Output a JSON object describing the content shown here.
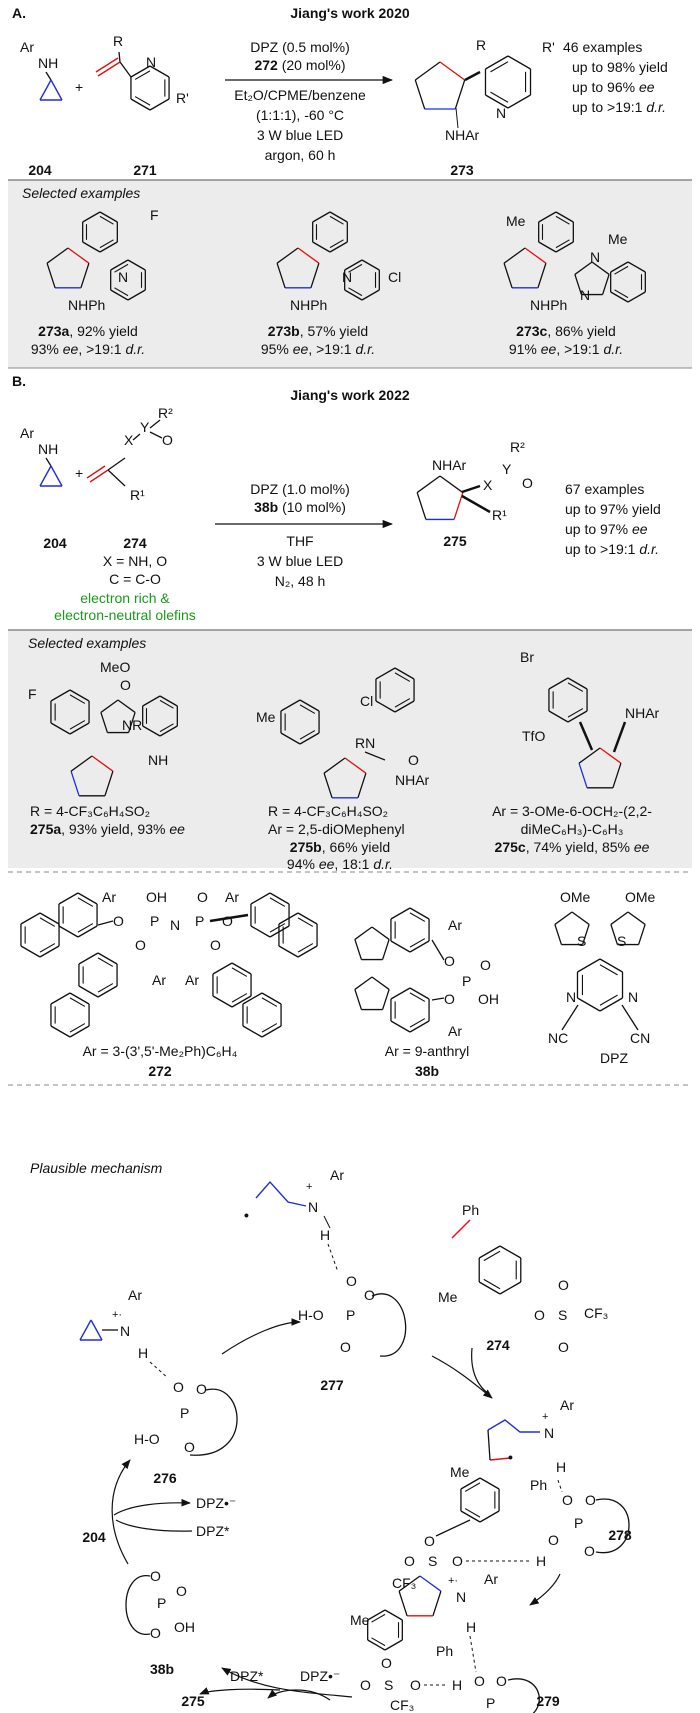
{
  "colors": {
    "panel": "#ececec",
    "blue_bond": "#1f2fd6",
    "red_bond": "#e01010",
    "green_text": "#1a9a1a"
  },
  "sectionA": {
    "label": "A.",
    "title": "Jiang's work 2020",
    "plus": "+",
    "r204": {
      "ar": "Ar",
      "nh": "NH",
      "id": "204"
    },
    "r271": {
      "r": "R",
      "n": "N",
      "rp": "R'",
      "id": "271"
    },
    "conditions": {
      "line1": "DPZ (0.5 mol%)",
      "line2_bold": "272",
      "line2_rest": " (20 mol%)",
      "line3": "Et₂O/CPME/benzene",
      "line4": "(1:1:1), -60 °C",
      "line5": "3 W blue LED",
      "line6": "argon, 60 h"
    },
    "p273": {
      "r": "R",
      "rp": "R'",
      "n": "N",
      "nhar": "NHAr",
      "id": "273"
    },
    "stats": {
      "examples": "46 examples",
      "yield": "up to 98% yield",
      "ee_pre": "up to 96% ",
      "ee": "ee",
      "dr_pre": "up to >19:1 ",
      "dr": "d.r."
    },
    "selected_title": "Selected examples",
    "examples": [
      {
        "id": "273a",
        "yield": ", 92% yield",
        "ee_val": "93% ",
        "ee": "ee",
        "dr_val": ", >19:1 ",
        "dr": "d.r.",
        "atoms": {
          "f": "F",
          "n": "N",
          "nhph": "NHPh"
        }
      },
      {
        "id": "273b",
        "yield": ", 57% yield",
        "ee_val": "95% ",
        "ee": "ee",
        "dr_val": ", >19:1 ",
        "dr": "d.r.",
        "atoms": {
          "n": "N",
          "cl": "Cl",
          "nhph": "NHPh"
        }
      },
      {
        "id": "273c",
        "yield": ", 86% yield",
        "ee_val": "91% ",
        "ee": "ee",
        "dr_val": ", >19:1 ",
        "dr": "d.r.",
        "atoms": {
          "me1": "Me",
          "me2": "Me",
          "n1": "N",
          "n2": "N",
          "nhph": "NHPh"
        }
      }
    ]
  },
  "sectionB": {
    "label": "B.",
    "title": "Jiang's work 2022",
    "plus": "+",
    "r204": {
      "ar": "Ar",
      "nh": "NH",
      "id": "204"
    },
    "r274": {
      "x": "X",
      "y": "Y",
      "o": "O",
      "r2": "R²",
      "r1": "R¹",
      "id": "274",
      "note1": "X = NH, O",
      "note2": "C = C-O",
      "green1": "electron rich &",
      "green2": "electron-neutral olefins"
    },
    "conditions": {
      "line1": "DPZ (1.0 mol%)",
      "line2_bold": "38b",
      "line2_rest": " (10 mol%)",
      "line3": "THF",
      "line4": "3 W blue LED",
      "line5": "N₂, 48 h"
    },
    "p275": {
      "nhar": "NHAr",
      "x": "X",
      "y": "Y",
      "o": "O",
      "r2": "R²",
      "r1": "R¹",
      "id": "275"
    },
    "stats": {
      "examples": "67 examples",
      "yield": "up to 97% yield",
      "ee_pre": "up to 97% ",
      "ee": "ee",
      "dr_pre": "up to >19:1 ",
      "dr": "d.r."
    },
    "selected_title": "Selected examples",
    "examples": [
      {
        "atoms": {
          "f": "F",
          "meo": "MeO",
          "o": "O",
          "nr": "NR",
          "nh": "NH"
        },
        "note1": "R = 4-CF₃C₆H₄SO₂",
        "id": "275a",
        "rest": ", 93% yield, 93% ",
        "ee": "ee"
      },
      {
        "atoms": {
          "cl": "Cl",
          "me": "Me",
          "rn": "RN",
          "o": "O",
          "nhar": "NHAr"
        },
        "note1": "R = 4-CF₃C₆H₄SO₂",
        "note2": "Ar = 2,5-diOMephenyl",
        "id": "275b",
        "rest": ", 66% yield",
        "line4_pre": "94% ",
        "ee": "ee",
        "line4_mid": ", 18:1 ",
        "dr": "d.r."
      },
      {
        "atoms": {
          "br": "Br",
          "tfo": "TfO",
          "nhar": "NHAr"
        },
        "note1": "Ar = 3-OMe-6-OCH₂-(2,2-",
        "note2": "diMeC₆H₃)-C₆H₃",
        "id": "275c",
        "rest": ", 74% yield, 85% ",
        "ee": "ee"
      }
    ]
  },
  "catalysts": [
    {
      "id": "272",
      "caption": "Ar = 3-(3',5'-Me₂Ph)C₆H₄",
      "atoms": {
        "ar": "Ar",
        "oh": "OH",
        "o": "O",
        "p": "P",
        "n": "N"
      }
    },
    {
      "id": "38b",
      "caption": "Ar = 9-anthryl",
      "atoms": {
        "ar": "Ar",
        "o": "O",
        "p": "P",
        "oh": "OH"
      }
    },
    {
      "id": "DPZ",
      "caption": "DPZ",
      "atoms": {
        "ome": "OMe",
        "s": "S",
        "n": "N",
        "nc": "NC",
        "cn": "CN"
      }
    }
  ],
  "mechanism": {
    "title": "Plausible mechanism",
    "i276": {
      "id": "276",
      "ar": "Ar",
      "n": "N",
      "charge": "+·",
      "h": "H",
      "o": "O",
      "p": "P",
      "ho": "H-O"
    },
    "i277": {
      "id": "277",
      "ar": "Ar",
      "n": "N",
      "charge": "+",
      "h": "H",
      "o": "O",
      "p": "P",
      "ho": "H-O",
      "dot": "•"
    },
    "s274": {
      "id": "274",
      "ph": "Ph",
      "me": "Me",
      "o": "O",
      "s": "S",
      "cf3": "CF₃"
    },
    "i278": {
      "id": "278",
      "ar": "Ar",
      "n": "N",
      "charge": "+",
      "h": "H",
      "ph": "Ph",
      "me": "Me",
      "o": "O",
      "p": "P",
      "s": "S",
      "cf3": "CF₃",
      "dot": "•"
    },
    "i279": {
      "id": "279",
      "ar": "Ar",
      "n": "N",
      "charge": "+·",
      "h": "H",
      "ph": "Ph",
      "me": "Me",
      "o": "O",
      "p": "P",
      "s": "S",
      "cf3": "CF₃"
    },
    "c38b": {
      "id": "38b",
      "o": "O",
      "p": "P",
      "oh": "OH"
    },
    "dpz_radical_anion": "DPZ•⁻",
    "dpz_excited": "DPZ*",
    "reagent204": "204",
    "product275": "275"
  }
}
